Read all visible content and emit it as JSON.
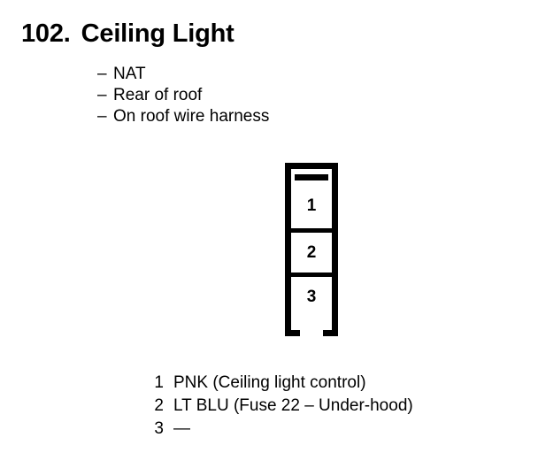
{
  "document": {
    "item_number": "102.",
    "title": "Ceiling Light"
  },
  "descriptions": [
    {
      "dash": "–",
      "text": "NAT"
    },
    {
      "dash": "–",
      "text": "Rear of roof"
    },
    {
      "dash": "–",
      "text": "On roof wire harness"
    }
  ],
  "connector": {
    "name": "3-way connector",
    "pins": [
      {
        "number": "1"
      },
      {
        "number": "2"
      },
      {
        "number": "3"
      }
    ]
  },
  "legend": {
    "rows": [
      {
        "pin": "1",
        "label": "PNK (Ceiling light control)"
      },
      {
        "pin": "2",
        "label": "LT BLU (Fuse 22 – Under-hood)"
      },
      {
        "pin": "3",
        "label": "—"
      }
    ]
  },
  "colors": {
    "ink": "#000000",
    "paper": "#ffffff"
  }
}
